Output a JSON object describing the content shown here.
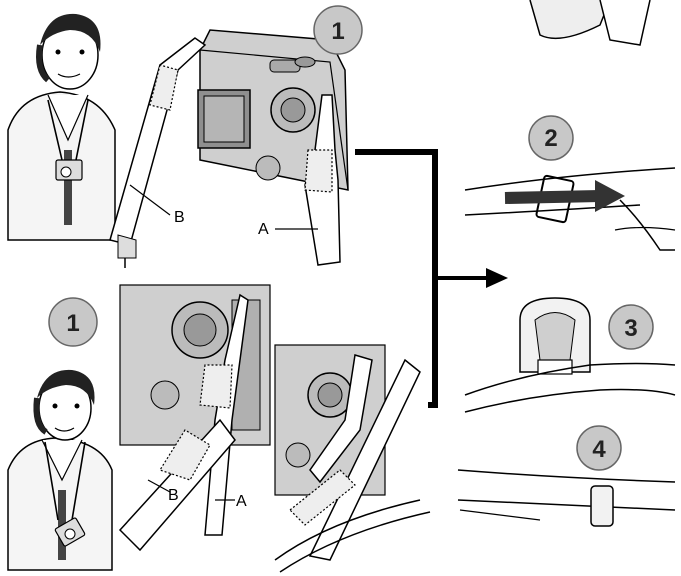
{
  "figure": {
    "top_left": {
      "step": "1",
      "label_b": "B",
      "label_a": "A"
    },
    "bottom_left": {
      "step": "1",
      "label_b": "B",
      "label_a": "A"
    },
    "right": {
      "step2": "2",
      "step3": "3",
      "step4": "4"
    }
  },
  "colors": {
    "badge_fill": "#c8c8c8",
    "camera_body": "#cfcfcf",
    "camera_dark": "#8f8f8f",
    "line": "#000000",
    "skin": "#f4f4f4",
    "tie": "#444444"
  }
}
